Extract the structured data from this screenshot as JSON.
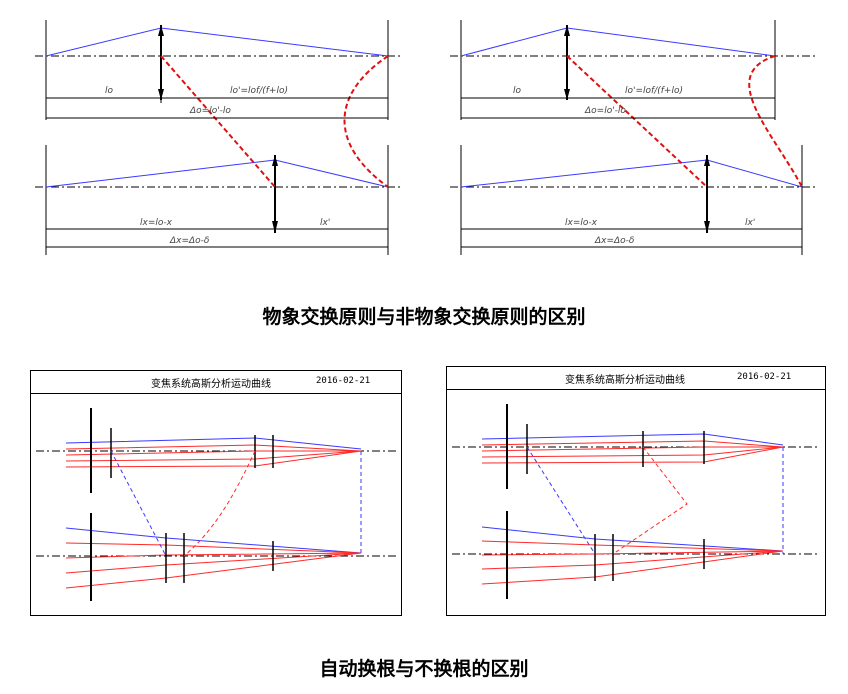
{
  "captions": {
    "top": "物象交换原则与非物象交换原则的区别",
    "bottom": "自动换根与不换根的区别"
  },
  "diagram_labels": {
    "lo": "lo",
    "lo_prime": "lo'=lof/(f+lo)",
    "delta_o": "Δo=lo'-lo",
    "lx": "lx=lo-x",
    "lx_prime": "lx'",
    "delta_x": "Δx=Δo-δ"
  },
  "panels": {
    "title": "变焦系统高斯分析运动曲线",
    "date": "2016-02-21"
  },
  "colors": {
    "blue_ray": "#3a3aff",
    "red_ray": "#ff2a2a",
    "dash_red": "#e01010",
    "axis": "#000000"
  }
}
